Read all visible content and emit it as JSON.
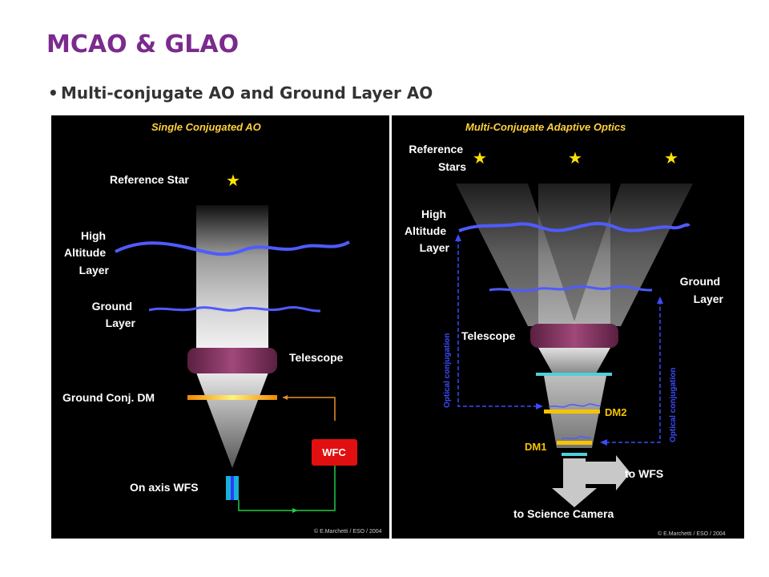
{
  "slide": {
    "title": "MCAO & GLAO",
    "bullet": "Multi-conjugate AO and Ground Layer AO"
  },
  "left_panel": {
    "title": "Single Conjugated AO",
    "reference_star": "Reference Star",
    "high_altitude_layer": [
      "High",
      "Altitude",
      "Layer"
    ],
    "ground_layer": [
      "Ground",
      "Layer"
    ],
    "telescope": "Telescope",
    "ground_conj_dm": "Ground Conj. DM",
    "wfc": "WFC",
    "on_axis_wfs": "On axis WFS",
    "credit": "© E.Marchetti / ESO / 2004"
  },
  "right_panel": {
    "title": "Multi-Conjugate Adaptive Optics",
    "reference_stars": [
      "Reference",
      "Stars"
    ],
    "high_altitude_layer": [
      "High",
      "Altitude",
      "Layer"
    ],
    "ground_layer": [
      "Ground",
      "Layer"
    ],
    "telescope": "Telescope",
    "optical_conjugation_left": "Optical conjugation",
    "optical_conjugation_right": "Optical conjugation",
    "dm2": "DM2",
    "dm1": "DM1",
    "to_wfs": "to WFS",
    "to_science_camera": "to Science Camera",
    "credit": "© E.Marchetti / ESO / 2004"
  },
  "colors": {
    "title": "#7b2a8e",
    "panel_title": "#ffd23a",
    "star": "#ffe400",
    "layer_wave": "#4f5bff",
    "telescope": "#7a2f5a",
    "dm": "#f5c400",
    "wfc_box": "#e01010",
    "feedback_orange": "#e89030",
    "feedback_green": "#22cc44",
    "conjugation_blue": "#3b4bff"
  }
}
